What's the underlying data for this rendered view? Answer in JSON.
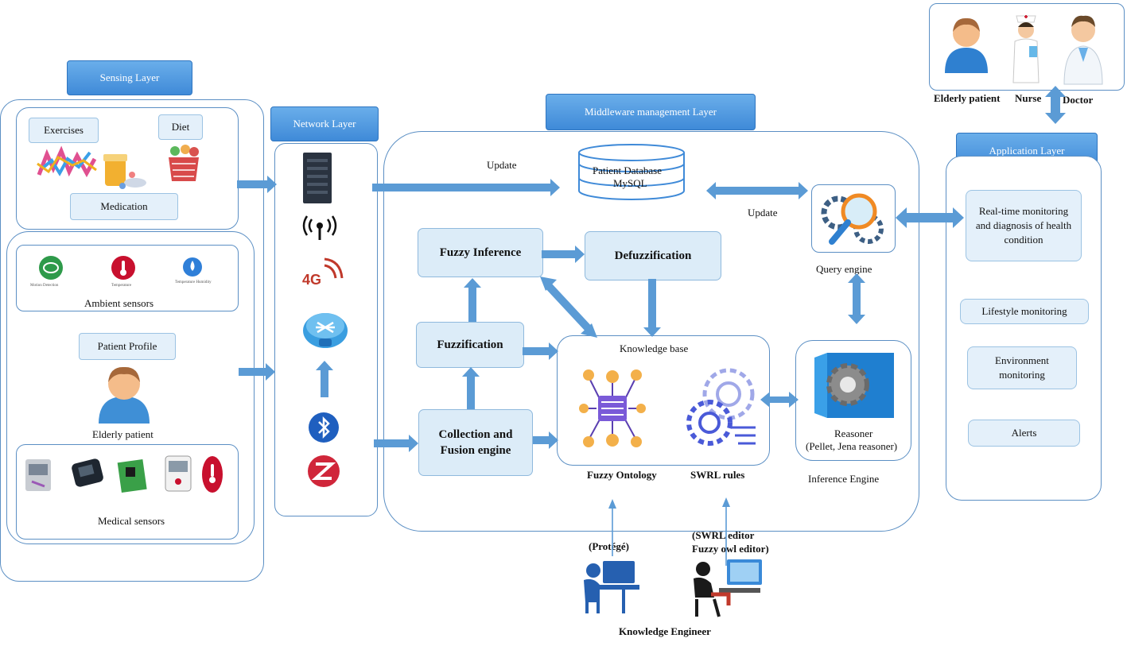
{
  "layers": {
    "sensing": "Sensing Layer",
    "network": "Network Layer",
    "middleware": "Middleware management Layer",
    "application": "Application Layer"
  },
  "sensing": {
    "exercises": "Exercises",
    "diet": "Diet",
    "medication": "Medication",
    "ambient_sensors": "Ambient sensors",
    "ambient_icon_labels": [
      "Motion Detection",
      "Temperature",
      "Temperature Humidity"
    ],
    "patient_profile": "Patient Profile",
    "elderly_patient": "Elderly patient",
    "medical_sensors": "Medical sensors"
  },
  "network": {
    "badge_4g": "4G"
  },
  "middleware": {
    "update_left": "Update",
    "update_right": "Update",
    "database_line1": "Patient Database",
    "database_line2": "MySQL",
    "fuzzy_inference": "Fuzzy  Inference",
    "defuzzification": "Defuzzification",
    "fuzzification": "Fuzzification",
    "collection_fusion": "Collection and Fusion engine",
    "knowledge_base": "Knowledge base",
    "fuzzy_ontology": "Fuzzy Ontology",
    "swrl_rules": "SWRL rules",
    "query_engine": "Query engine",
    "reasoner_line1": "Reasoner",
    "reasoner_line2": "(Pellet,  Jena reasoner)",
    "inference_engine": "Inference Engine"
  },
  "engineering": {
    "protege": "(Protégé)",
    "swrl_editor_line1": "(SWRL  editor",
    "swrl_editor_line2": "Fuzzy  owl  editor)",
    "knowledge_engineer": "Knowledge  Engineer"
  },
  "users": {
    "elderly_patient": "Elderly  patient",
    "nurse": "Nurse",
    "doctor": "Doctor"
  },
  "application": {
    "realtime": "Real-time monitoring and diagnosis of health condition",
    "lifestyle": "Lifestyle monitoring",
    "environment": "Environment monitoring",
    "alerts": "Alerts"
  },
  "colors": {
    "accent": "#3f8ad8",
    "module_fill": "#dcecf8",
    "arrow": "#5b9bd5"
  }
}
